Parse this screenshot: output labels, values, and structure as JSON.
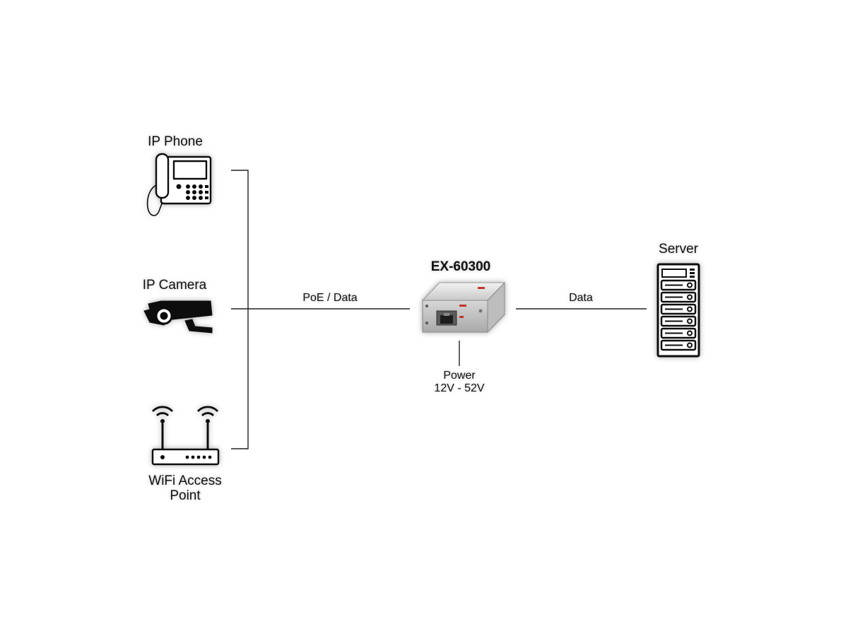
{
  "devices": {
    "ip_phone": "IP Phone",
    "ip_camera": "IP Camera",
    "wifi_ap_line1": "WiFi Access",
    "wifi_ap_line2": "Point",
    "extender_model": "EX-60300",
    "server": "Server"
  },
  "links": {
    "poe_data": "PoE  / Data",
    "data": "Data",
    "power_line1": "Power",
    "power_line2": "12V - 52V"
  },
  "colors": {
    "line": "#222222",
    "icon": "#111111",
    "device_body": "#d8d8d8",
    "accent_red": "#c0392b"
  }
}
